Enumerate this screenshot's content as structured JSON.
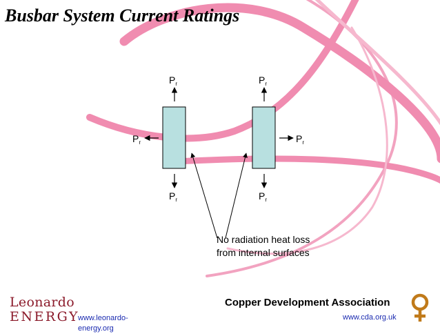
{
  "title": "Busbar System Current Ratings",
  "diagram": {
    "arrow_label_main": "P",
    "arrow_label_sub": "r",
    "note_lines": [
      "No radiation heat loss",
      "from internal surfaces"
    ],
    "colors": {
      "busbar_fill": "#b8e0e0",
      "background_ribbon": "#f08cb0",
      "text": "#000000"
    }
  },
  "footer": {
    "leonardo_line1": "Leonardo",
    "leonardo_line2": "ENERGY",
    "leonardo_url": "www.leonardo-energy.org",
    "cda_name": "Copper Development Association",
    "cda_url": "www.cda.org.uk",
    "cda_logo_icon": "venus-symbol-icon",
    "colors": {
      "leonardo": "#8b1a2a",
      "url": "#1a2ab0",
      "cda_logo": "#c07a1a"
    }
  }
}
